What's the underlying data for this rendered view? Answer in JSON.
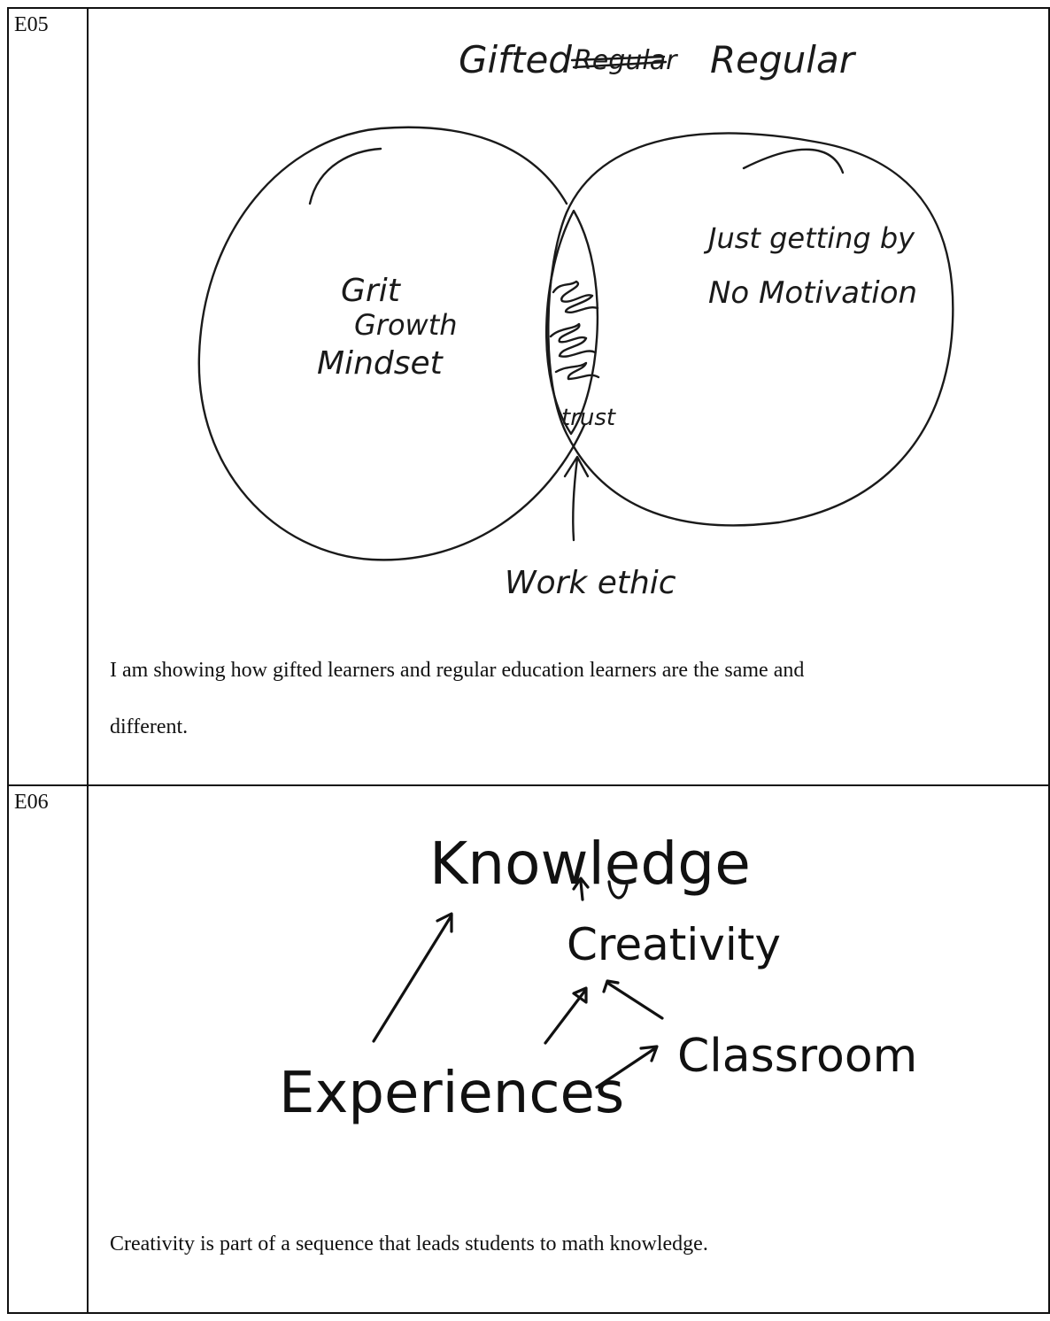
{
  "entries": [
    {
      "id": "E05",
      "drawing": {
        "kind": "venn-diagram",
        "left_circle_label": "Gifted",
        "left_label_struck_word": "Regular",
        "right_circle_label": "Regular",
        "left_region_lines": [
          "Grit",
          "Growth",
          "Mindset"
        ],
        "right_region_lines": [
          "Just getting by",
          "No Motivation"
        ],
        "overlap_visible_word": "trust",
        "arrow_label": "Work ethic"
      },
      "caption_lines": [
        "I am showing how gifted learners and regular education learners are the same and",
        "different."
      ]
    },
    {
      "id": "E06",
      "drawing": {
        "kind": "concept-map",
        "nodes": [
          "Knowledge",
          "Creativity",
          "Experiences",
          "Classroom"
        ]
      },
      "caption_lines": [
        "Creativity is part of a sequence that leads students to math knowledge."
      ]
    }
  ]
}
